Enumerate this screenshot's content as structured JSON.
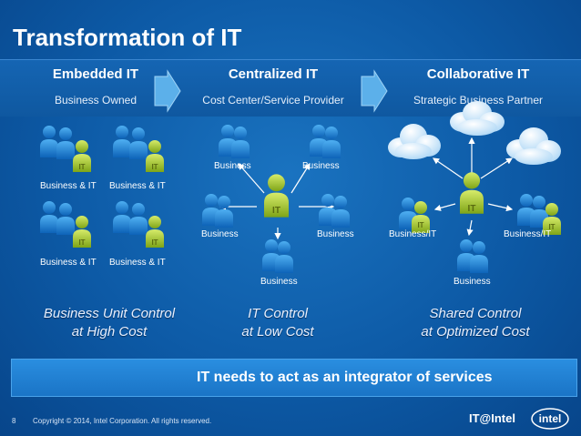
{
  "title": "Transformation of IT",
  "columns": [
    {
      "heading": "Embedded IT",
      "subheading": "Business Owned",
      "control_line1": "Business Unit Control",
      "control_line2": "at High Cost"
    },
    {
      "heading": "Centralized IT",
      "subheading": "Cost Center/Service Provider",
      "control_line1": "IT Control",
      "control_line2": "at Low Cost"
    },
    {
      "heading": "Collaborative IT",
      "subheading": "Strategic Business Partner",
      "control_line1": "Shared Control",
      "control_line2": "at Optimized Cost"
    }
  ],
  "embedded_labels": [
    "Business & IT",
    "Business & IT",
    "Business & IT",
    "Business & IT"
  ],
  "centralized_labels": [
    "Business",
    "Business",
    "Business",
    "Business",
    "Business"
  ],
  "collaborative_labels": [
    "Business/IT",
    "Business/IT",
    "Business"
  ],
  "it_badge": "IT",
  "banner": "IT needs to act as an integrator of services",
  "footer": {
    "page": "8",
    "copyright": "Copyright © 2014, Intel Corporation. All rights reserved."
  },
  "logos": {
    "it_at_intel": "IT@Intel",
    "intel": "intel"
  },
  "colors": {
    "accent_green": "#b7d433",
    "person_blue": "#1c86d8",
    "arrow": "#5cb0ea"
  }
}
